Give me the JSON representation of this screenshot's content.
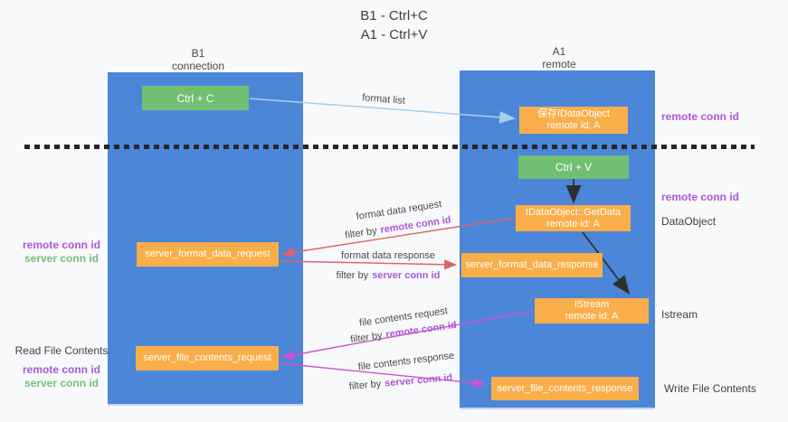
{
  "title": {
    "line1": "B1 - Ctrl+C",
    "line2": "A1 - Ctrl+V"
  },
  "lanes": {
    "left": {
      "name": "B1",
      "role": "connection"
    },
    "right": {
      "name": "A1",
      "role": "remote"
    }
  },
  "nodes": {
    "ctrl_c": "Ctrl + C",
    "ctrl_v": "Ctrl + V",
    "save_idataobject": {
      "line1": "保存IDataObject",
      "line2": "remote id: A"
    },
    "getdata": {
      "line1": "IDataObject::GetData",
      "line2": "remote id: A"
    },
    "istream": {
      "line1": "IStream",
      "line2": "remote id: A"
    },
    "format_request": "server_format_data_request",
    "format_response": "server_format_data_response",
    "file_request": "server_file_contents_request",
    "file_response": "server_file_contents_response"
  },
  "edge_labels": {
    "format_list": "format list",
    "format_data_request": "format data request",
    "format_data_response": "format data response",
    "file_contents_request": "file contents request",
    "file_contents_response": "file contents response",
    "filter_by": "filter by",
    "remote_conn_id": "remote conn id",
    "server_conn_id": "server conn id"
  },
  "annotations": {
    "remote_conn_id": "remote conn id",
    "server_conn_id": "server conn id",
    "dataobject": "DataObject",
    "istream": "Istream",
    "read_file_contents": "Read File Contents",
    "write_file_contents": "Write File Contents"
  },
  "colors": {
    "lane_blue": "#4c86d9",
    "node_green": "#72bf74",
    "node_orange": "#f9ae49",
    "arrow_blue": "#a9cfec",
    "arrow_red": "#dd6464",
    "arrow_magenta": "#cb55cd",
    "arrow_black": "#2f2f2f",
    "text_purple": "#ab58d5",
    "text_green": "#72c177",
    "text_dark": "#3f3f3f",
    "background": "#f8f9fa"
  }
}
